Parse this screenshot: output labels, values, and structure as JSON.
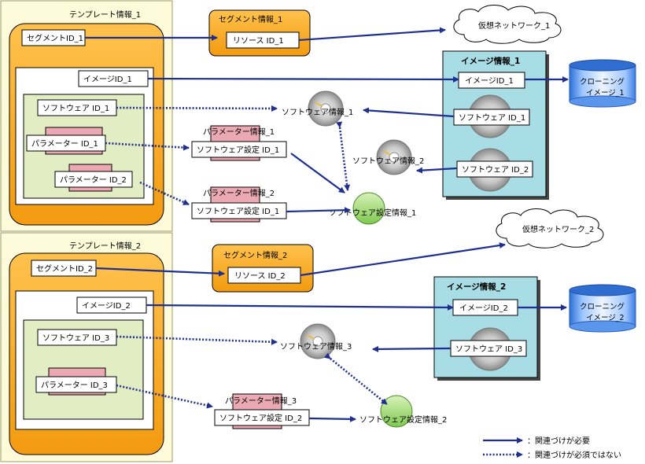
{
  "templates": [
    {
      "title": "テンプレート情報_1",
      "segment": "セグメントID_1",
      "image": "イメージID_1",
      "software": "ソフトウェア ID_1",
      "params": [
        "パラメーター ID_1",
        "パラメーター ID_2"
      ]
    },
    {
      "title": "テンプレート情報_2",
      "segment": "セグメントID_2",
      "image": "イメージID_2",
      "software": "ソフトウェア ID_3",
      "params": [
        "パラメーター ID_3"
      ]
    }
  ],
  "segments": [
    {
      "title": "セグメント情報_1",
      "resource": "リソース ID_1"
    },
    {
      "title": "セグメント情報_2",
      "resource": "リソース ID_2"
    }
  ],
  "networks": [
    "仮想ネットワーク_1",
    "仮想ネットワーク_2"
  ],
  "image_infos": [
    {
      "title": "イメージ情報_1",
      "image": "イメージID_1",
      "software": [
        "ソフトウェア ID_1",
        "ソフトウェア ID_2"
      ]
    },
    {
      "title": "イメージ情報_2",
      "image": "イメージID_2",
      "software": [
        "ソフトウェア ID_3"
      ]
    }
  ],
  "clonings": [
    {
      "line1": "クローニング",
      "line2": "イメージ_1"
    },
    {
      "line1": "クローニング",
      "line2": "イメージ_2"
    }
  ],
  "software_infos": [
    "ソフトウェア情報_1",
    "ソフトウェア情報_2",
    "ソフトウェア情報_3"
  ],
  "param_infos": [
    {
      "title": "パラメーター情報_1",
      "setting": "ソフトウェア設定 ID_1"
    },
    {
      "title": "パラメーター情報_2",
      "setting": "ソフトウェア設定 ID_1"
    },
    {
      "title": "パラメーター情報_3",
      "setting": "ソフトウェア設定 ID_2"
    }
  ],
  "setting_infos": [
    "ソフトウェア設定情報_1",
    "ソフトウェア設定情報_2"
  ],
  "legend": {
    "required": "：関連づけが必要",
    "optional": "：関連づけが必須ではない"
  }
}
